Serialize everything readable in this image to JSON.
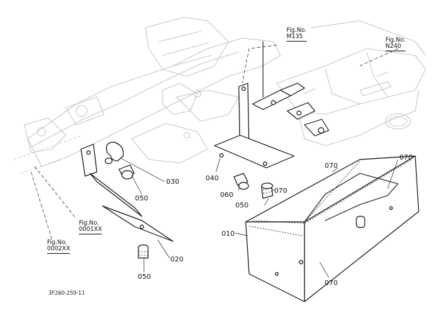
{
  "figure_refs": [
    {
      "id": "m135",
      "label": "Fig.No.",
      "number": "M135"
    },
    {
      "id": "n240",
      "label": "Fig.No.",
      "number": "N240"
    },
    {
      "id": "0001xx",
      "label": "Fig.No.",
      "number": "0001XX"
    },
    {
      "id": "0002xx",
      "label": "Fig.No.",
      "number": "0002XX"
    }
  ],
  "callouts": {
    "c030": "030",
    "c040": "040",
    "c050_left": "050",
    "c060": "060",
    "c050_mid": "050",
    "c070_mid": "070",
    "c070_top": "070",
    "c070_right": "070",
    "c010": "010",
    "c020": "020",
    "c050_bottom": "050",
    "c070_bottom": "070"
  },
  "drawing_ref": "3F260-259-11"
}
